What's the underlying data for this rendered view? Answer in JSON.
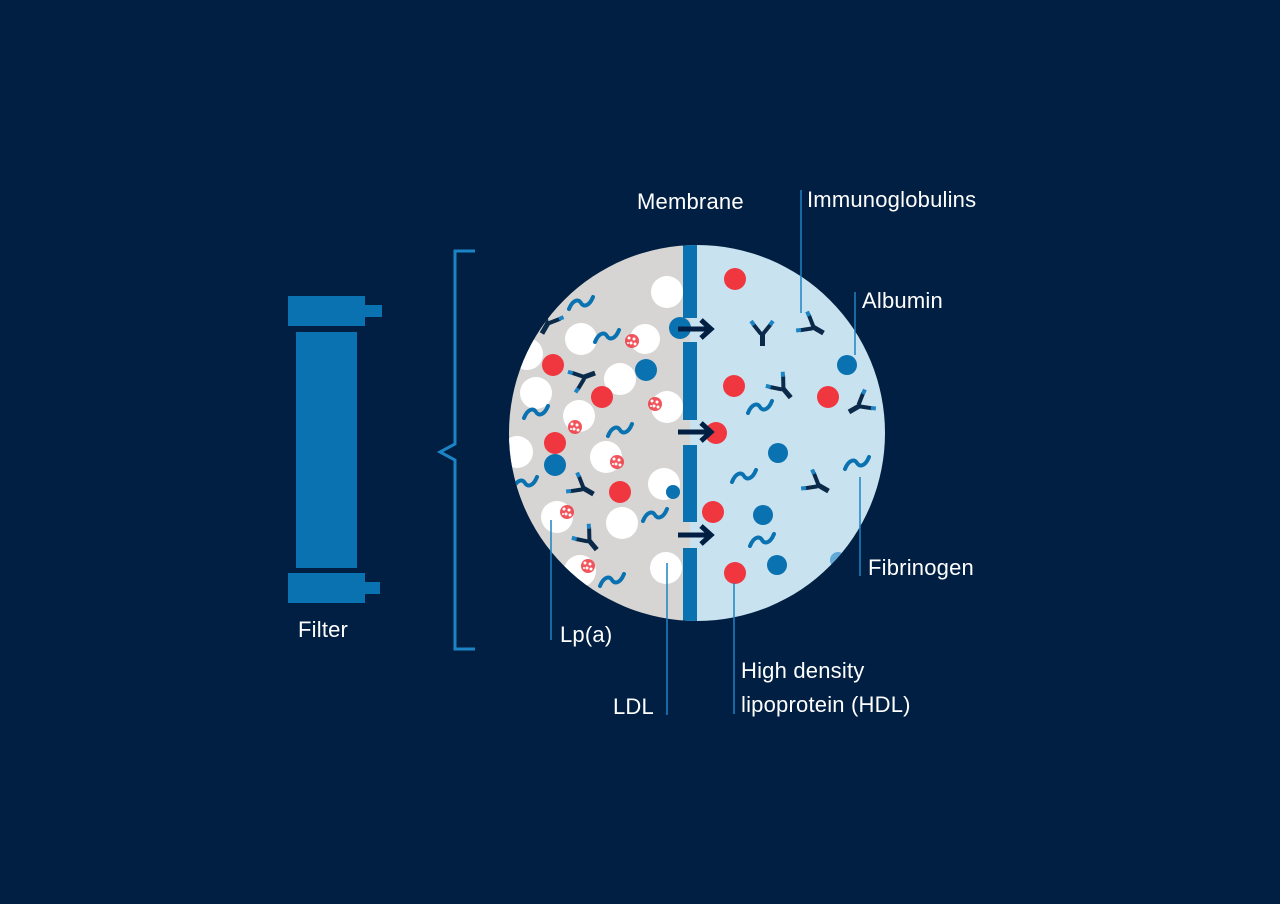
{
  "colors": {
    "background": "#001f42",
    "filter_blue": "#0a72b0",
    "membrane_blue": "#0a72b0",
    "left_side": "#d6d5d3",
    "right_side": "#c9e2ef",
    "red_particle": "#f0363f",
    "blue_particle": "#0a72b0",
    "white_particle": "#ffffff",
    "arrow": "#001f42",
    "leader_line": "#1c84c4"
  },
  "filter": {
    "label": "Filter",
    "icon": "filter-cartridge-icon"
  },
  "diagram": {
    "membrane_label": "Membrane",
    "labels": {
      "immunoglobulins": "Immunoglobulins",
      "albumin": "Albumin",
      "fibrinogen": "Fibrinogen",
      "lpa": "Lp(a)",
      "ldl": "LDL",
      "hdl_line1": "High density",
      "hdl_line2": "lipoprotein (HDL)"
    }
  }
}
